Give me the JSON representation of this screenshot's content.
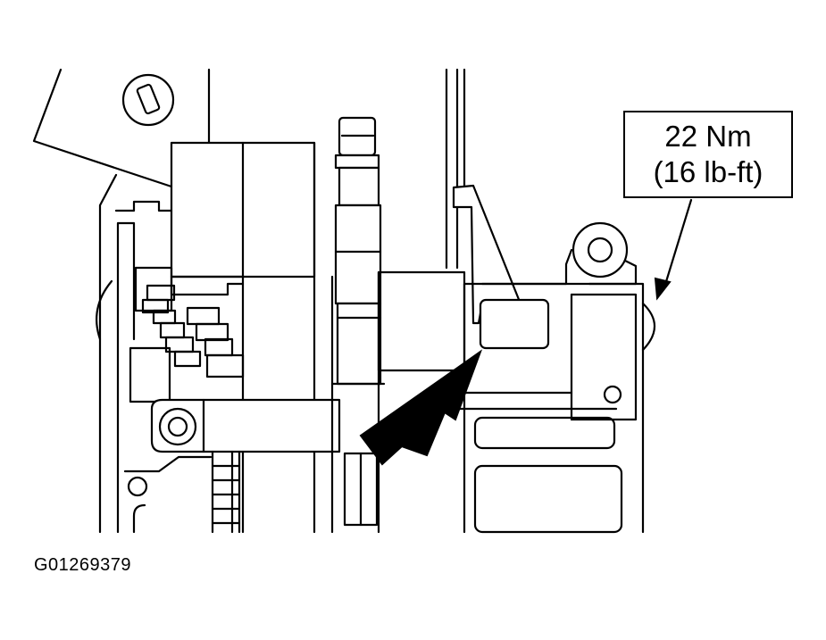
{
  "callout": {
    "metric": "22 Nm",
    "imperial": "(16 lb-ft)"
  },
  "figure_id": "G01269379"
}
